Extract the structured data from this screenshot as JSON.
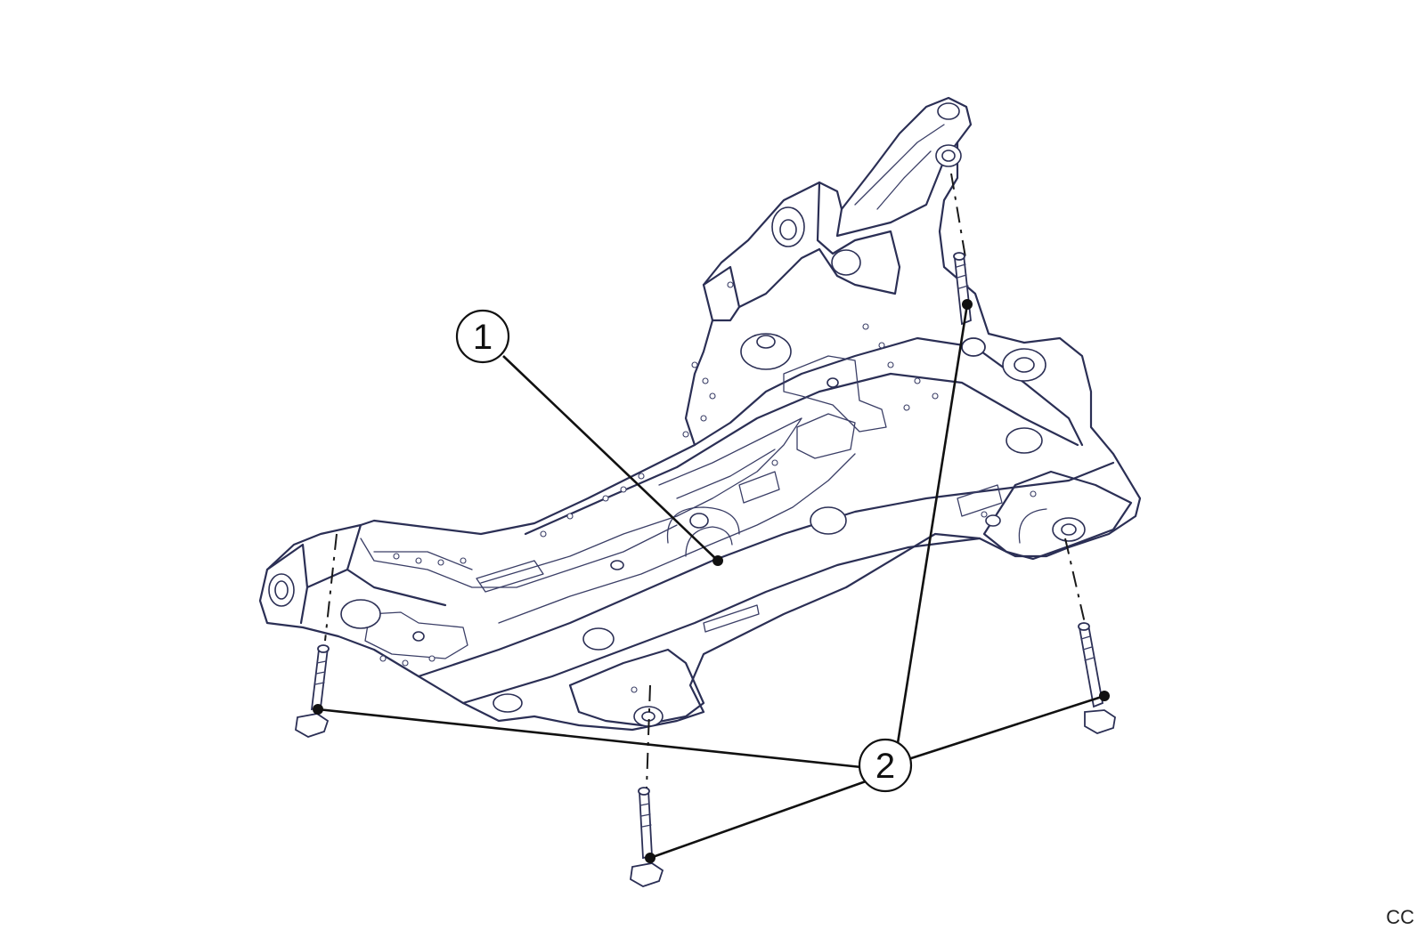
{
  "callouts": [
    {
      "id": "1",
      "label": "1"
    },
    {
      "id": "2",
      "label": "2"
    }
  ],
  "corner_code": "CC",
  "colors": {
    "line": "#2b2f55",
    "leader": "#111111",
    "background": "#ffffff"
  }
}
